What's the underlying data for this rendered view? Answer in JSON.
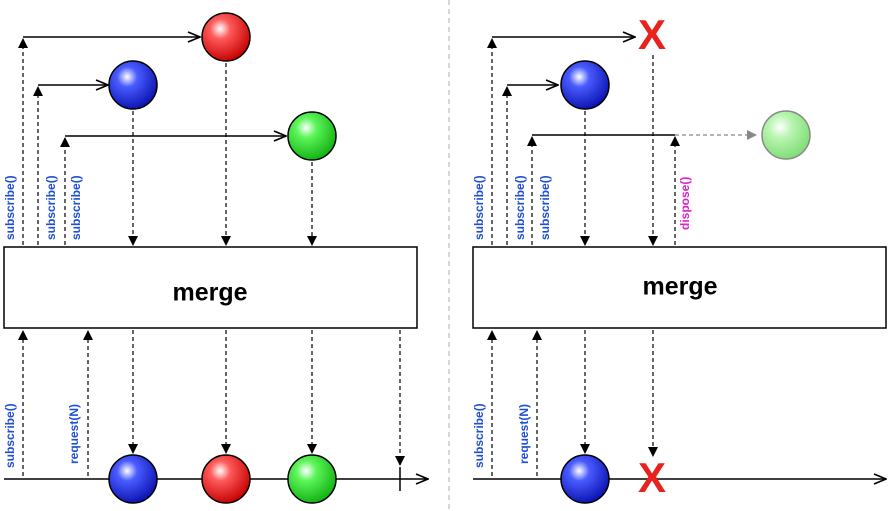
{
  "colors": {
    "blue": "#1c2fd6",
    "red": "#e0141c",
    "green": "#2ee02a",
    "faded_green": "#98ee8a",
    "label_blue": "#1f4fd6",
    "label_magenta": "#e020c8",
    "cancel_red": "#e8221c",
    "divider": "#bbbbbb"
  },
  "left_panel": {
    "operator": "merge",
    "upper_labels": [
      "subscribe()",
      "subscribe()",
      "subscribe()"
    ],
    "lower_labels": [
      "subscribe()",
      "request(N)"
    ]
  },
  "right_panel": {
    "operator": "merge",
    "upper_labels": [
      "subscribe()",
      "subscribe()",
      "subscribe()"
    ],
    "cancel_label": "dispose()",
    "lower_labels": [
      "subscribe()",
      "request(N)"
    ],
    "cancel_symbol": "X"
  }
}
